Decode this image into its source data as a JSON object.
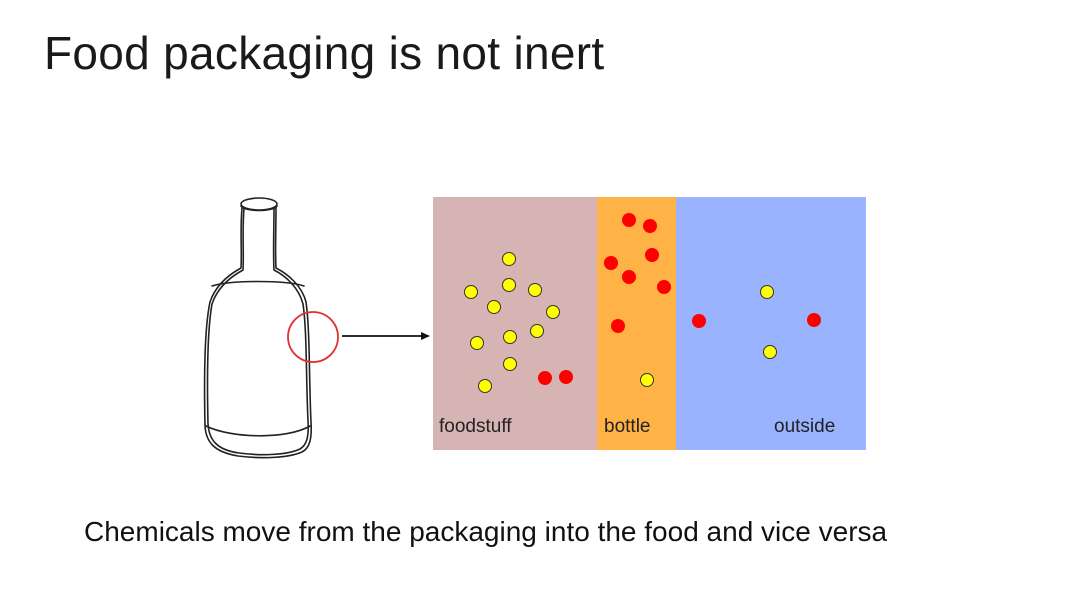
{
  "slide": {
    "title": "Food packaging is not inert",
    "caption": "Chemicals move from the packaging into the food and vice versa"
  },
  "diagram": {
    "panels": [
      {
        "id": "foodstuff",
        "label": "foodstuff",
        "color": "#d7b4b4"
      },
      {
        "id": "bottle",
        "label": "bottle",
        "color": "#ffb347"
      },
      {
        "id": "outside",
        "label": "outside",
        "color": "#99b3ff"
      }
    ],
    "particle_colors": {
      "yellow": "#ffff00",
      "red": "#ff0000"
    },
    "highlight_circle_color": "#e03030"
  }
}
